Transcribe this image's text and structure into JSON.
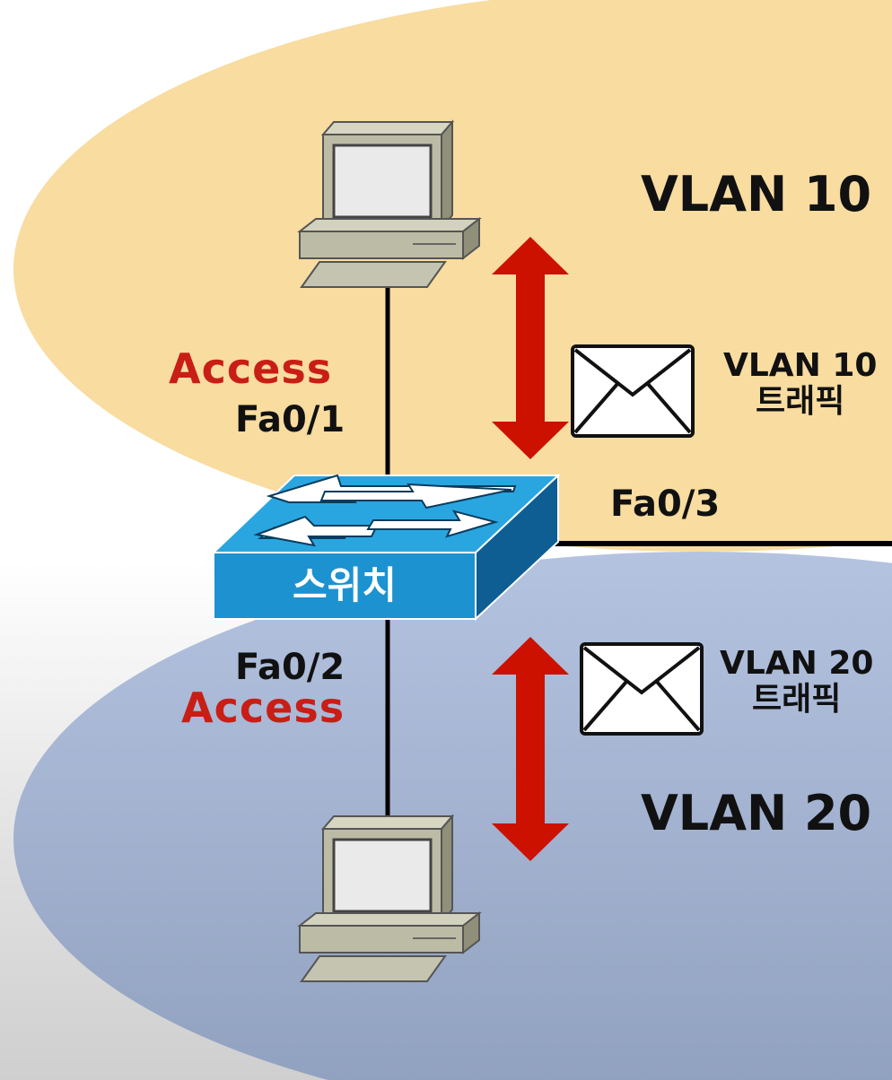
{
  "vlans": [
    {
      "name": "VLAN 10",
      "color": "#f8dca0"
    },
    {
      "name": "VLAN 20",
      "color": "#98a8c8"
    }
  ],
  "switch": {
    "label": "스위치",
    "top_color": "#29a6e0",
    "front_color": "#1d92d0",
    "side_color": "#0e5e93"
  },
  "ports": {
    "top_pc": {
      "mode": "Access",
      "port": "Fa0/1"
    },
    "bottom_pc": {
      "port": "Fa0/2",
      "mode": "Access"
    },
    "trunk": {
      "port": "Fa0/3"
    }
  },
  "traffic": [
    {
      "line1": "VLAN 10",
      "line2": "트래픽"
    },
    {
      "line1": "VLAN 20",
      "line2": "트래픽"
    }
  ],
  "colors": {
    "arrow": "#cc1100",
    "access_text": "#c81e16"
  },
  "icons": [
    "computer-icon",
    "switch-icon",
    "envelope-icon",
    "double-arrow-icon"
  ]
}
